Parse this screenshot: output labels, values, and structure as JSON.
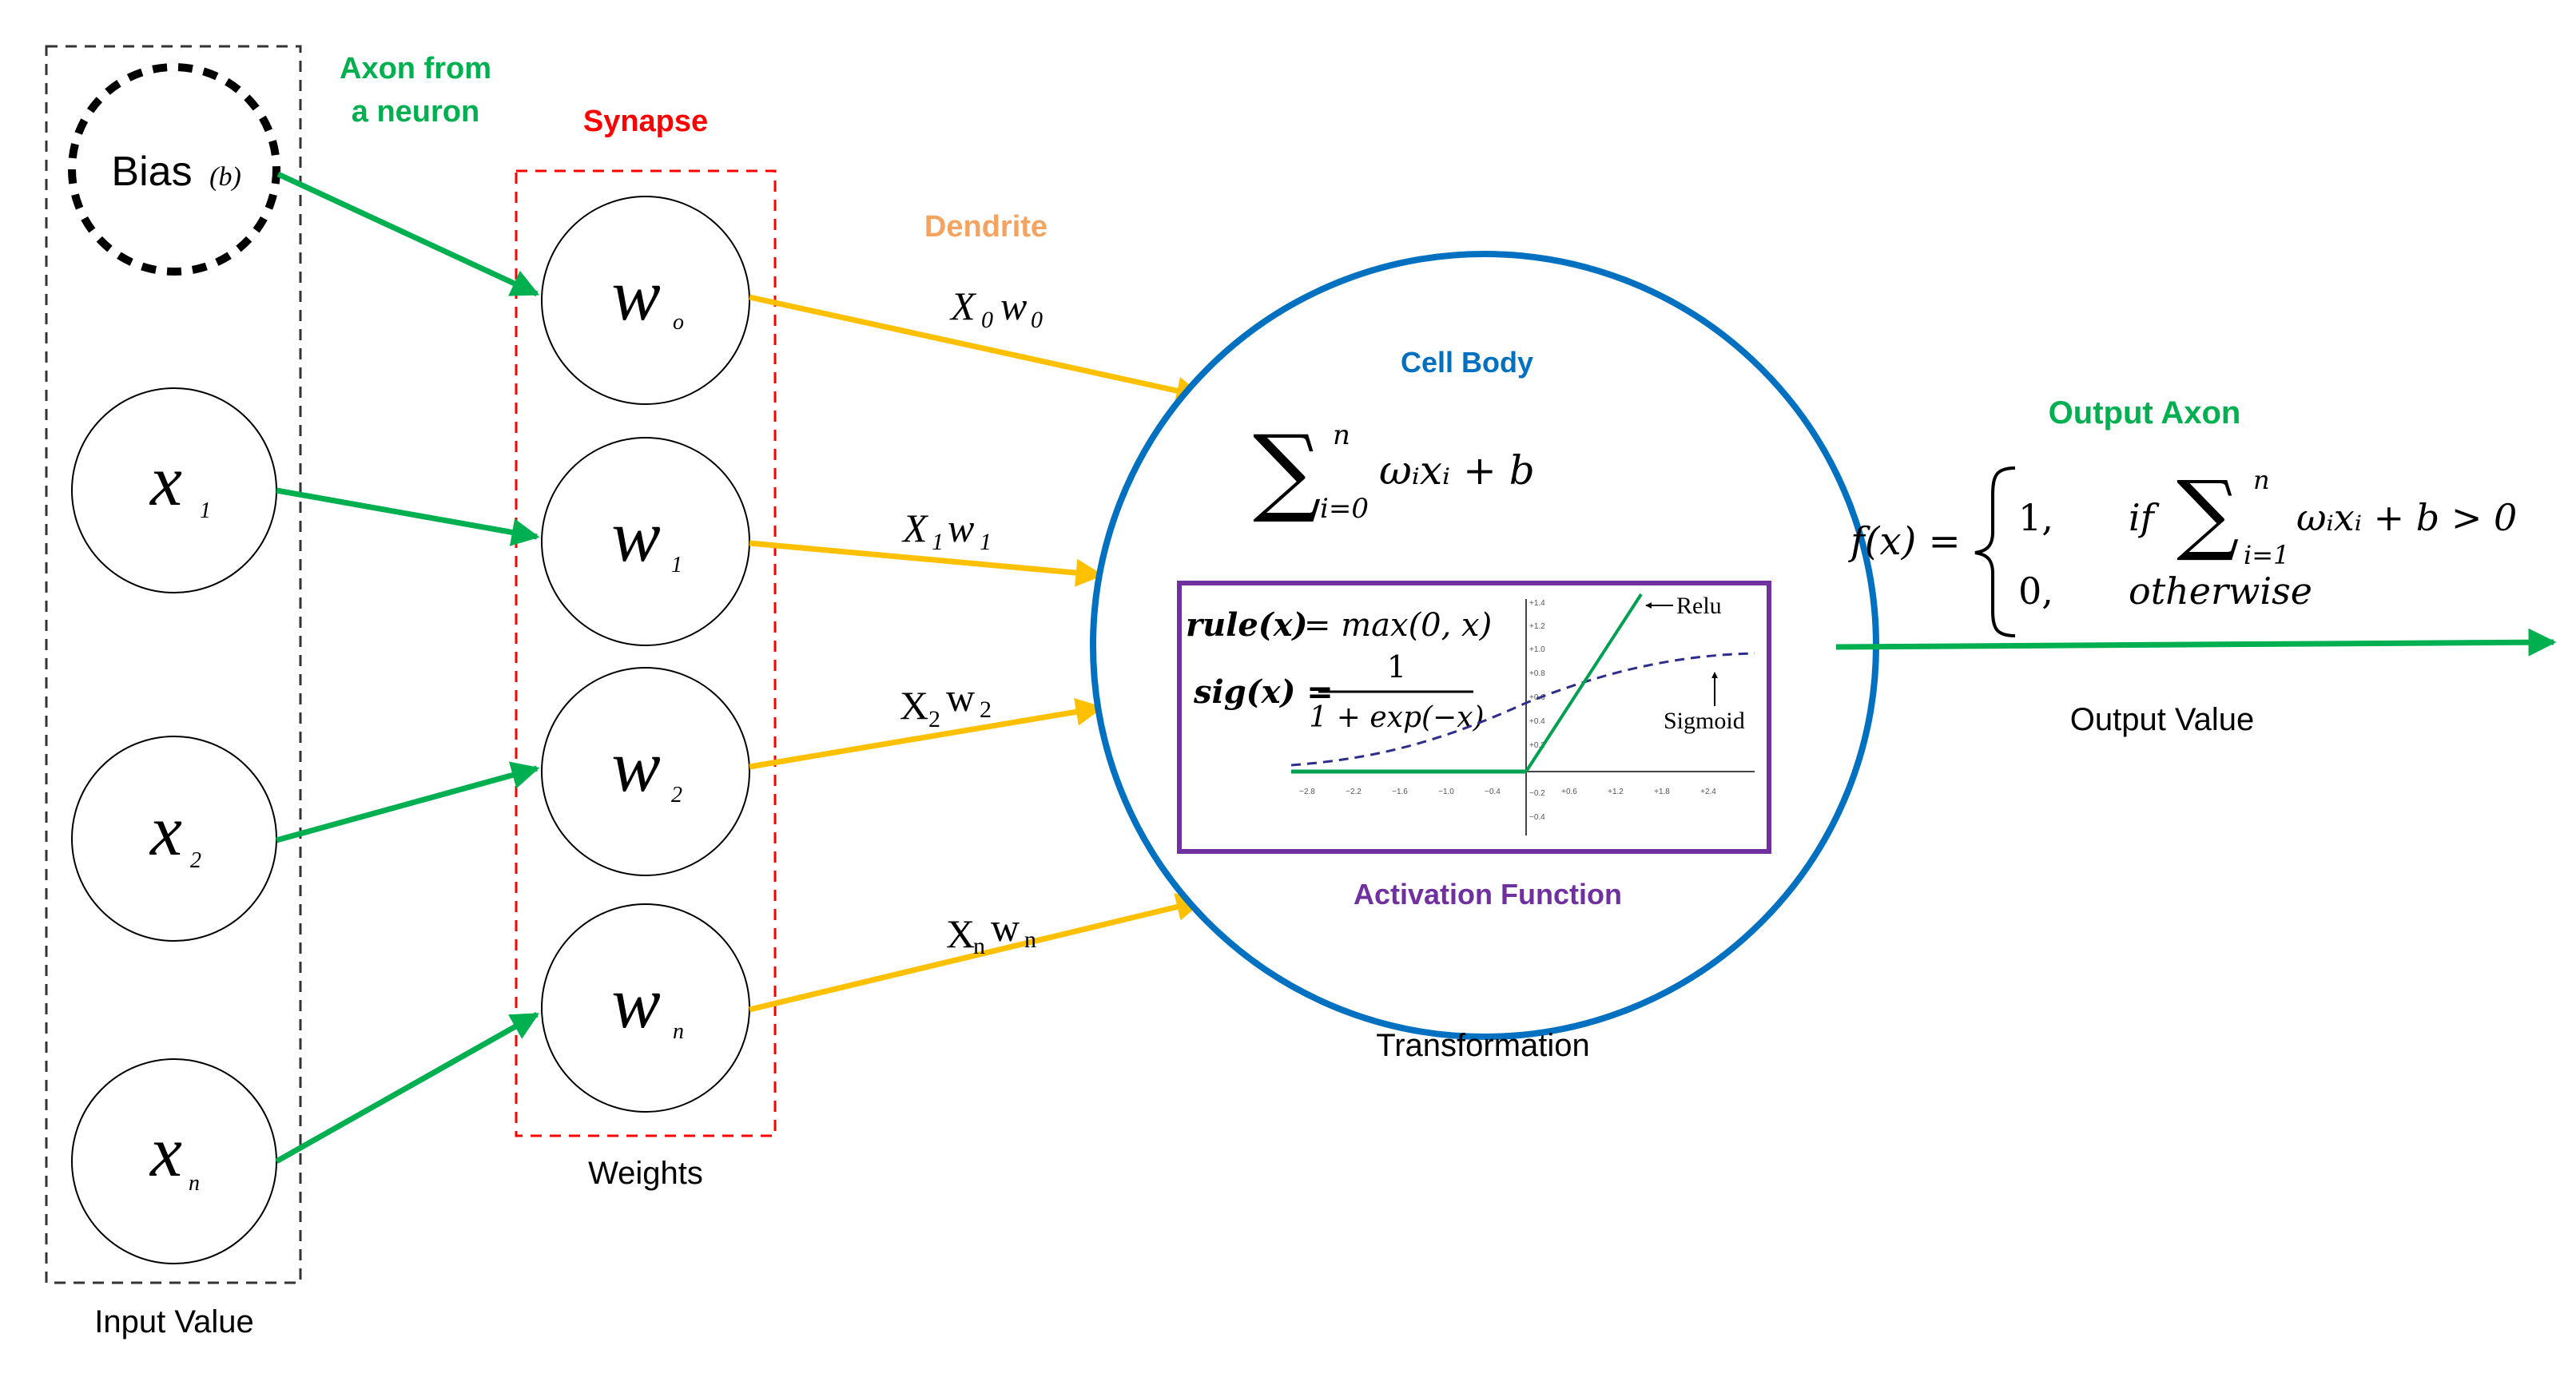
{
  "labels": {
    "input_value": "Input Value",
    "axon_from_neuron_1": "Axon from",
    "axon_from_neuron_2": "a neuron",
    "synapse": "Synapse",
    "weights": "Weights",
    "dendrite": "Dendrite",
    "cell_body": "Cell Body",
    "activation_function": "Activation Function",
    "transformation": "Transformation",
    "output_axon": "Output Axon",
    "output_value": "Output Value"
  },
  "inputs": [
    {
      "main": "Bias",
      "sub": "(b)"
    },
    {
      "main": "x",
      "sub": "1"
    },
    {
      "main": "x",
      "sub": "2"
    },
    {
      "main": "x",
      "sub": "n"
    }
  ],
  "weights": [
    {
      "main": "w",
      "sub": "o"
    },
    {
      "main": "w",
      "sub": "1"
    },
    {
      "main": "w",
      "sub": "2"
    },
    {
      "main": "w",
      "sub": "n"
    }
  ],
  "dendrite_labels": [
    {
      "x": "X",
      "xs": "0",
      "w": "w",
      "ws": "0"
    },
    {
      "x": "X",
      "xs": "1",
      "w": "w",
      "ws": "1"
    },
    {
      "x": "X",
      "xs": "2",
      "w": "w",
      "ws": "2"
    },
    {
      "x": "X",
      "xs": "n",
      "w": "w",
      "ws": "n"
    }
  ],
  "cell_formula": {
    "sum": "∑",
    "upper": "n",
    "lower": "i=0",
    "body": "ωᵢxᵢ  + b"
  },
  "activation": {
    "rule_lhs": "rule(x)",
    "rule_rhs": "= max(0, x)",
    "sig_lhs": "sig(x) =",
    "sig_num": "1",
    "sig_den": "1 + exp(−x)",
    "relu_label": "Relu",
    "sigmoid_label": "Sigmoid",
    "x_ticks": [
      "−2.8",
      "−2.2",
      "−1.6",
      "−1.0",
      "−0.4",
      "+0.6",
      "+1.2",
      "+1.8",
      "+2.4"
    ],
    "y_ticks": [
      "+1.4",
      "+1.2",
      "+1.0",
      "+0.8",
      "+0.6",
      "+0.4",
      "+0.2",
      "−0.2",
      "−0.4"
    ]
  },
  "output_formula": {
    "lhs": "f(x) =",
    "case1_value": "1,",
    "case1_cond": "if",
    "sum": "∑",
    "upper": "n",
    "lower": "i=1",
    "case1_body": "ωᵢxᵢ  + b > 0",
    "case2_value": "0,",
    "case2_cond": "otherwise"
  },
  "colors": {
    "green": "#00b050",
    "yellow": "#ffc000",
    "red": "#ff0000",
    "orange": "#f4a460",
    "blue": "#0070c0",
    "purple": "#7030a0",
    "gray": "#555555"
  }
}
